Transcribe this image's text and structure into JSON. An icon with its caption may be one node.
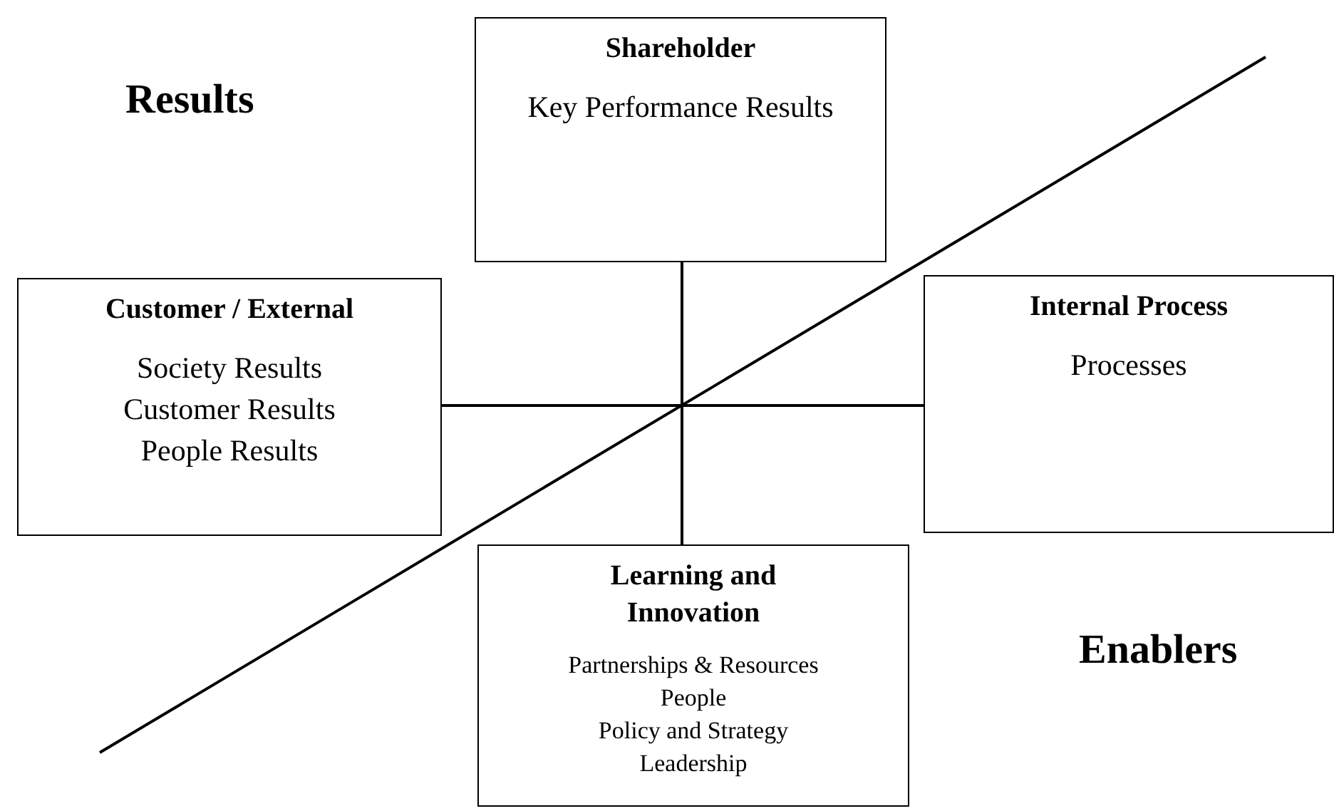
{
  "diagram": {
    "nodes": [
      {
        "text": [
          "Shareholder",
          "Key Performance Results"
        ]
      },
      {
        "text": [
          "Customer / External",
          "Society Results",
          "Customer Results",
          "People Results"
        ]
      },
      {
        "text": [
          "Internal Process",
          "Processes"
        ]
      },
      {
        "text": [
          "Learning and Innovation",
          "Partnerships & Resources",
          "People",
          "Policy and Strategy",
          "Leadership"
        ]
      }
    ],
    "edges": [
      {
        "from": 0,
        "to": 3,
        "arrow": "none"
      },
      {
        "from": 1,
        "to": 2,
        "arrow": "none"
      }
    ],
    "labels": [
      "Results",
      "Enablers"
    ]
  }
}
